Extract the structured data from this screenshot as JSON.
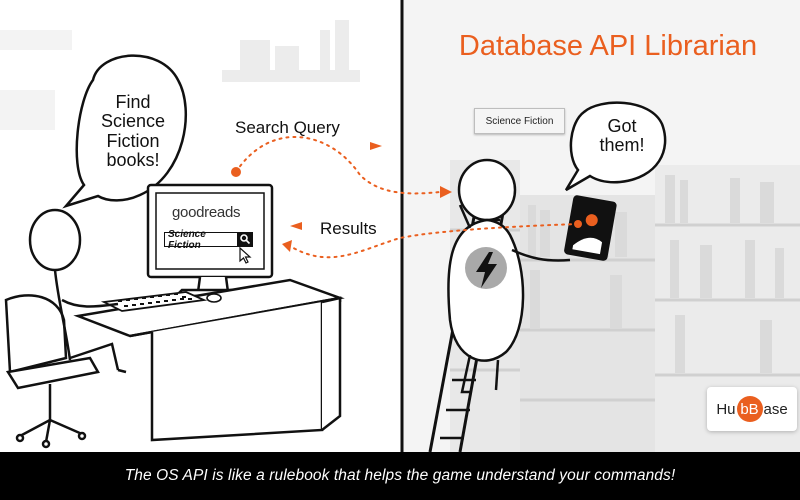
{
  "title": "Database API Librarian",
  "caption": "The OS API is like a rulebook that helps the game understand your commands!",
  "left_bubble": {
    "lines": [
      "Find",
      "Science",
      "Fiction",
      "books!"
    ]
  },
  "right_bubble": {
    "lines": [
      "Got",
      "them!"
    ]
  },
  "arrows": {
    "query_label": "Search Query",
    "results_label": "Results"
  },
  "monitor": {
    "brand": "goodreads",
    "search_value": "Science Fiction"
  },
  "search_chip": "Science Fiction",
  "logo": {
    "prefix": "Hu",
    "circle": "bB",
    "suffix": "ase"
  },
  "icons": [
    "lightning-bolt-icon",
    "search-icon",
    "cursor-icon",
    "book-icon"
  ],
  "colors": {
    "accent": "#ea5f1f",
    "caption_bg": "#000000",
    "caption_text": "#ffffff",
    "divider": "#111111"
  }
}
